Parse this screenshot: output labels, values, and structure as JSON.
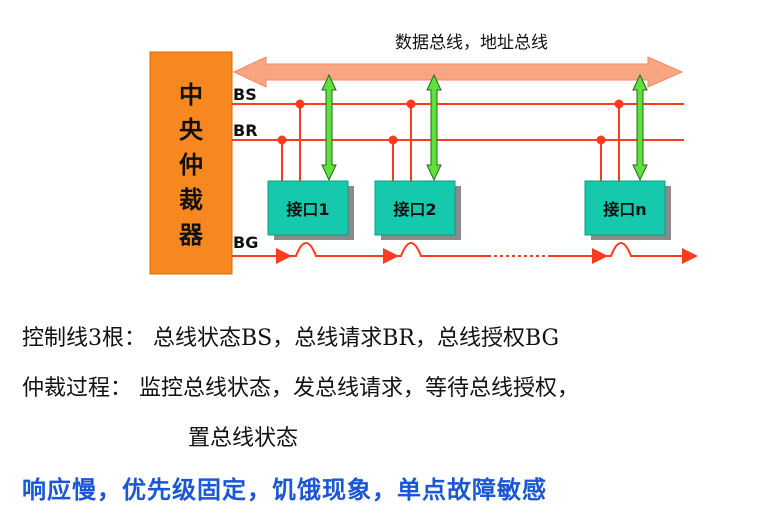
{
  "diagram": {
    "bus_label": "数据总线，地址总线",
    "arbiter_label_chars": [
      "中",
      "央",
      "仲",
      "裁",
      "器"
    ],
    "signals": {
      "bs": "BS",
      "br": "BR",
      "bg": "BG"
    },
    "interfaces": [
      "接口1",
      "接口2",
      "接口n"
    ],
    "colors": {
      "arbiter_fill": "#f7881f",
      "bus_arrow": "#f7a582",
      "signal_line": "#ff3b1f",
      "interface_fill": "#17c9ac",
      "data_arrow": "#5fe03c"
    }
  },
  "text": {
    "control_lines": "控制线3根：  总线状态BS，总线请求BR，总线授权BG",
    "process_line1": "仲裁过程：  监控总线状态，发总线请求，等待总线授权，",
    "process_line2": "置总线状态",
    "summary": "响应慢，优先级固定，饥饿现象，单点故障敏感"
  }
}
